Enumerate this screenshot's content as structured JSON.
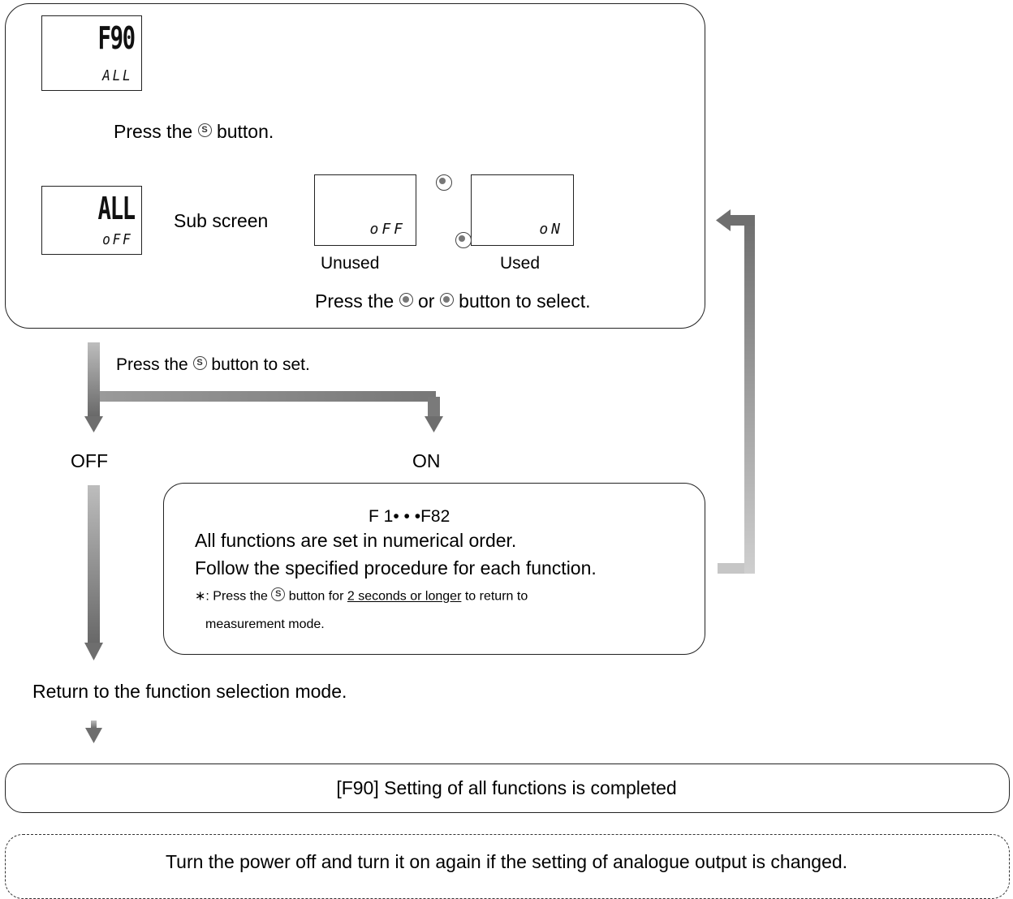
{
  "step1": {
    "lcd_main": "F90",
    "lcd_sub": "ALL",
    "instruction_prefix": "Press the",
    "button_symbol": "S",
    "instruction_suffix": "button."
  },
  "step2": {
    "lcd_main": "ALL",
    "lcd_sub": "oFF",
    "sub_screen_label": "Sub screen",
    "option_unused_display": "oFF",
    "option_used_display": "oN",
    "option_unused_label": "Unused",
    "option_used_label": "Used",
    "select_prefix": "Press the",
    "select_or": "or",
    "select_suffix": "button to select."
  },
  "set_instruction": {
    "prefix": "Press the",
    "symbol": "S",
    "suffix": "button to set."
  },
  "branches": {
    "off_label": "OFF",
    "on_label": "ON"
  },
  "on_box": {
    "range": "F 1• • •F82",
    "line1": "All functions are set in numerical order.",
    "line2": "Follow the specified procedure for each function.",
    "note_prefix": "∗: Press the",
    "note_symbol": "S",
    "note_middle": "button for",
    "note_underlined": "2 seconds or longer",
    "note_suffix": "to return to",
    "note_line2": "measurement mode."
  },
  "return_text": "Return to the function selection mode.",
  "completed_text": "[F90] Setting of all functions is completed",
  "power_note": "Turn the power off and turn it on again if the setting of analogue output is changed.",
  "colors": {
    "arrow_dark": "#6e6e6e",
    "arrow_light": "#c4c4c4",
    "border": "#222222"
  }
}
